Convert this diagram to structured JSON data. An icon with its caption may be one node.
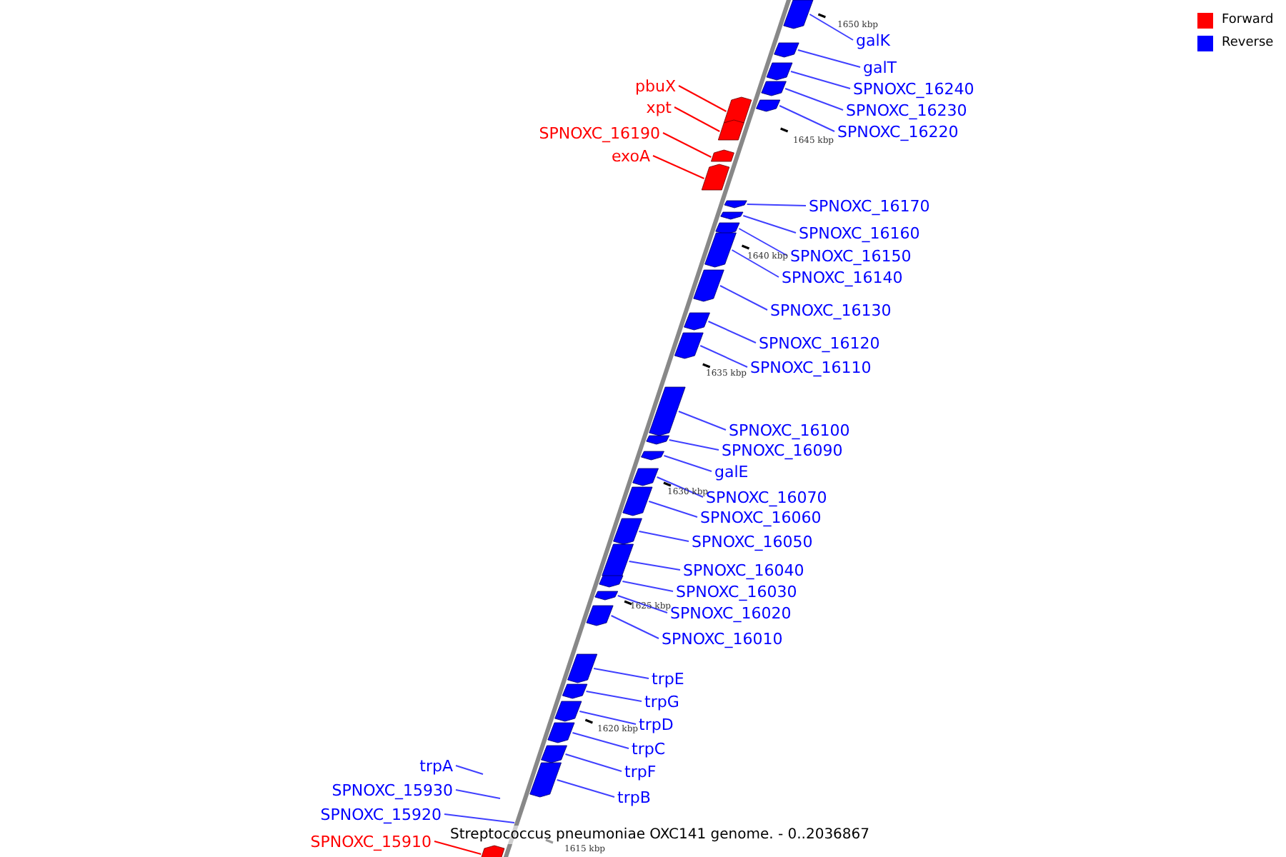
{
  "diagram": {
    "caption": "Streptococcus pneumoniae OXC141 genome. - 0..2036867",
    "nodes": [
      {
        "text": [
          "galK"
        ]
      },
      {
        "text": [
          "galT"
        ]
      },
      {
        "text": [
          "pbuX"
        ]
      },
      {
        "text": [
          "SPNOXC_16240"
        ]
      },
      {
        "text": [
          "xpt"
        ]
      },
      {
        "text": [
          "SPNOXC_16230"
        ]
      },
      {
        "text": [
          "SPNOXC_16220"
        ]
      },
      {
        "text": [
          "SPNOXC_16190"
        ]
      },
      {
        "text": [
          "exoA"
        ]
      },
      {
        "text": [
          "SPNOXC_16170"
        ]
      },
      {
        "text": [
          "SPNOXC_16160"
        ]
      },
      {
        "text": [
          "SPNOXC_16150"
        ]
      },
      {
        "text": [
          "SPNOXC_16140"
        ]
      },
      {
        "text": [
          "SPNOXC_16130"
        ]
      },
      {
        "text": [
          "SPNOXC_16120"
        ]
      },
      {
        "text": [
          "SPNOXC_16110"
        ]
      },
      {
        "text": [
          "SPNOXC_16100"
        ]
      },
      {
        "text": [
          "SPNOXC_16090"
        ]
      },
      {
        "text": [
          "galE"
        ]
      },
      {
        "text": [
          "SPNOXC_16070"
        ]
      },
      {
        "text": [
          "SPNOXC_16060"
        ]
      },
      {
        "text": [
          "SPNOXC_16050"
        ]
      },
      {
        "text": [
          "SPNOXC_16040"
        ]
      },
      {
        "text": [
          "SPNOXC_16030"
        ]
      },
      {
        "text": [
          "SPNOXC_16020"
        ]
      },
      {
        "text": [
          "SPNOXC_16010"
        ]
      },
      {
        "text": [
          "trpE"
        ]
      },
      {
        "text": [
          "trpG"
        ]
      },
      {
        "text": [
          "trpD"
        ]
      },
      {
        "text": [
          "trpC"
        ]
      },
      {
        "text": [
          "trpA"
        ]
      },
      {
        "text": [
          "trpF"
        ]
      },
      {
        "text": [
          "SPNOXC_15930"
        ]
      },
      {
        "text": [
          "trpB"
        ]
      },
      {
        "text": [
          "SPNOXC_15920"
        ]
      },
      {
        "text": [
          "SPNOXC_15910"
        ]
      },
      {
        "text": [],
        "shape": "bar"
      },
      {
        "text": [],
        "shape": "bar"
      },
      {
        "text": [],
        "shape": "bar"
      },
      {
        "text": [],
        "shape": "bar"
      },
      {
        "text": [],
        "shape": "bar"
      },
      {
        "text": [],
        "shape": "bar"
      },
      {
        "text": [],
        "shape": "bar"
      },
      {
        "text": [],
        "shape": "bar"
      },
      {
        "text": [],
        "shape": "bar"
      },
      {
        "text": [],
        "shape": "bar"
      },
      {
        "text": [],
        "shape": "bar"
      },
      {
        "text": [],
        "shape": "bar"
      },
      {
        "text": [],
        "shape": "bar"
      },
      {
        "text": [],
        "shape": "bar"
      },
      {
        "text": [],
        "shape": "bar"
      },
      {
        "text": [],
        "shape": "bar"
      },
      {
        "text": [],
        "shape": "bar"
      },
      {
        "text": [],
        "shape": "bar"
      },
      {
        "text": [],
        "shape": "bar"
      },
      {
        "text": [],
        "shape": "bar"
      },
      {
        "text": [],
        "shape": "bar"
      },
      {
        "text": [],
        "shape": "bar"
      },
      {
        "text": [],
        "shape": "bar"
      },
      {
        "text": [],
        "shape": "bar"
      },
      {
        "text": [],
        "shape": "bar"
      },
      {
        "text": [],
        "shape": "bar"
      },
      {
        "text": [],
        "shape": "bar"
      },
      {
        "text": [],
        "shape": "bar"
      },
      {
        "text": [],
        "shape": "bar"
      },
      {
        "text": [],
        "shape": "bar"
      },
      {
        "text": [],
        "shape": "bar"
      },
      {
        "text": [],
        "shape": "bar"
      },
      {
        "text": [],
        "shape": "bar"
      }
    ],
    "edges": [
      {
        "from": 0,
        "to": 36,
        "arrow": "none"
      },
      {
        "from": 1,
        "to": 37,
        "arrow": "none"
      },
      {
        "from": 2,
        "to": 38,
        "arrow": "none",
        "color": "#ff0000"
      },
      {
        "from": 3,
        "to": 39,
        "arrow": "none"
      },
      {
        "from": 4,
        "to": 40,
        "arrow": "none",
        "color": "#ff0000"
      },
      {
        "from": 5,
        "to": 41,
        "arrow": "none"
      },
      {
        "from": 6,
        "to": 42,
        "arrow": "none"
      },
      {
        "from": 7,
        "to": 43,
        "arrow": "none",
        "color": "#ff0000"
      },
      {
        "from": 8,
        "to": 44,
        "arrow": "none",
        "color": "#ff0000"
      },
      {
        "from": 9,
        "to": 45,
        "arrow": "none"
      },
      {
        "from": 10,
        "to": 46,
        "arrow": "none"
      },
      {
        "from": 11,
        "to": 47,
        "arrow": "none"
      },
      {
        "from": 12,
        "to": 48,
        "arrow": "none"
      },
      {
        "from": 13,
        "to": 49,
        "arrow": "none"
      },
      {
        "from": 14,
        "to": 50,
        "arrow": "none"
      },
      {
        "from": 15,
        "to": 51,
        "arrow": "none"
      },
      {
        "from": 16,
        "to": 52,
        "arrow": "none"
      },
      {
        "from": 17,
        "to": 53,
        "arrow": "none"
      },
      {
        "from": 18,
        "to": 54,
        "arrow": "none"
      },
      {
        "from": 19,
        "to": 55,
        "arrow": "none"
      },
      {
        "from": 20,
        "to": 56,
        "arrow": "none"
      },
      {
        "from": 21,
        "to": 57,
        "arrow": "none"
      },
      {
        "from": 22,
        "to": 58,
        "arrow": "none"
      },
      {
        "from": 23,
        "to": 59,
        "arrow": "none"
      },
      {
        "from": 24,
        "to": 60,
        "arrow": "none"
      },
      {
        "from": 25,
        "to": 61,
        "arrow": "none"
      },
      {
        "from": 26,
        "to": 62,
        "arrow": "none"
      },
      {
        "from": 27,
        "to": 63,
        "arrow": "none"
      },
      {
        "from": 28,
        "to": 64,
        "arrow": "none"
      },
      {
        "from": 29,
        "to": 65,
        "arrow": "none"
      },
      {
        "from": 30,
        "to": null,
        "arrow": "none"
      },
      {
        "from": 31,
        "to": 66,
        "arrow": "none"
      },
      {
        "from": 32,
        "to": null,
        "arrow": "none"
      },
      {
        "from": 33,
        "to": 67,
        "arrow": "none"
      },
      {
        "from": 34,
        "to": null,
        "arrow": "none"
      },
      {
        "from": 35,
        "to": 68,
        "arrow": "none",
        "color": "#ff0000"
      }
    ],
    "labels": [
      "1650 kbp",
      "1645 kbp",
      "1640 kbp",
      "1635 kbp",
      "1630 kbp",
      "1625 kbp",
      "1620 kbp",
      "1615 kbp"
    ],
    "legend": [
      {
        "text": "Forward",
        "color": "#ff0000"
      },
      {
        "text": "Reverse",
        "color": "#0000ff"
      }
    ]
  }
}
